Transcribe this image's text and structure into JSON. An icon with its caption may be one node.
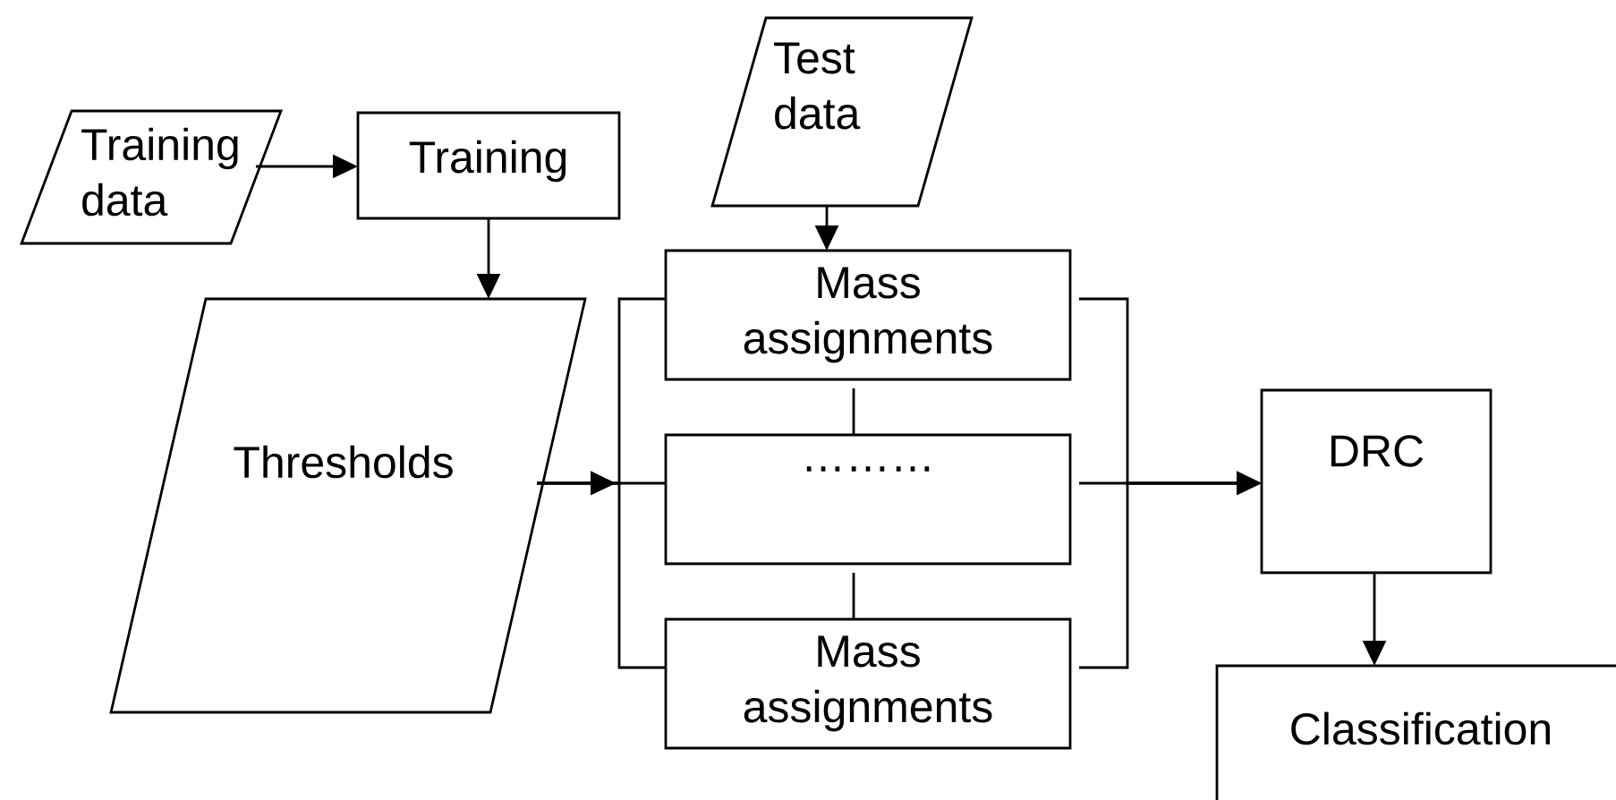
{
  "diagram": {
    "nodes": [
      {
        "text": [
          "Training data"
        ]
      },
      {
        "text": [
          "Training"
        ]
      },
      {
        "text": [
          "Test data"
        ]
      },
      {
        "text": [
          "Thresholds"
        ]
      },
      {
        "text": [
          "Mass assignments"
        ]
      },
      {
        "text": [
          "………"
        ]
      },
      {
        "text": [
          "Mass assignments"
        ]
      },
      {
        "text": [
          "DRC"
        ]
      },
      {
        "text": [
          "Classification"
        ]
      }
    ],
    "edges": [
      {
        "from": 0,
        "to": 1,
        "arrow": "to"
      },
      {
        "from": 1,
        "to": 3,
        "arrow": "to"
      },
      {
        "from": 2,
        "to": 4,
        "arrow": "to"
      },
      {
        "from": 3,
        "to": 4,
        "arrow": "to"
      },
      {
        "from": 3,
        "to": 5,
        "arrow": "to"
      },
      {
        "from": 3,
        "to": 6,
        "arrow": "to"
      },
      {
        "from": 4,
        "to": 5,
        "arrow": "none"
      },
      {
        "from": 5,
        "to": 6,
        "arrow": "none"
      },
      {
        "from": 4,
        "to": 7,
        "arrow": "to"
      },
      {
        "from": 5,
        "to": 7,
        "arrow": "to"
      },
      {
        "from": 6,
        "to": 7,
        "arrow": "to"
      },
      {
        "from": 7,
        "to": 8,
        "arrow": "to"
      }
    ]
  }
}
